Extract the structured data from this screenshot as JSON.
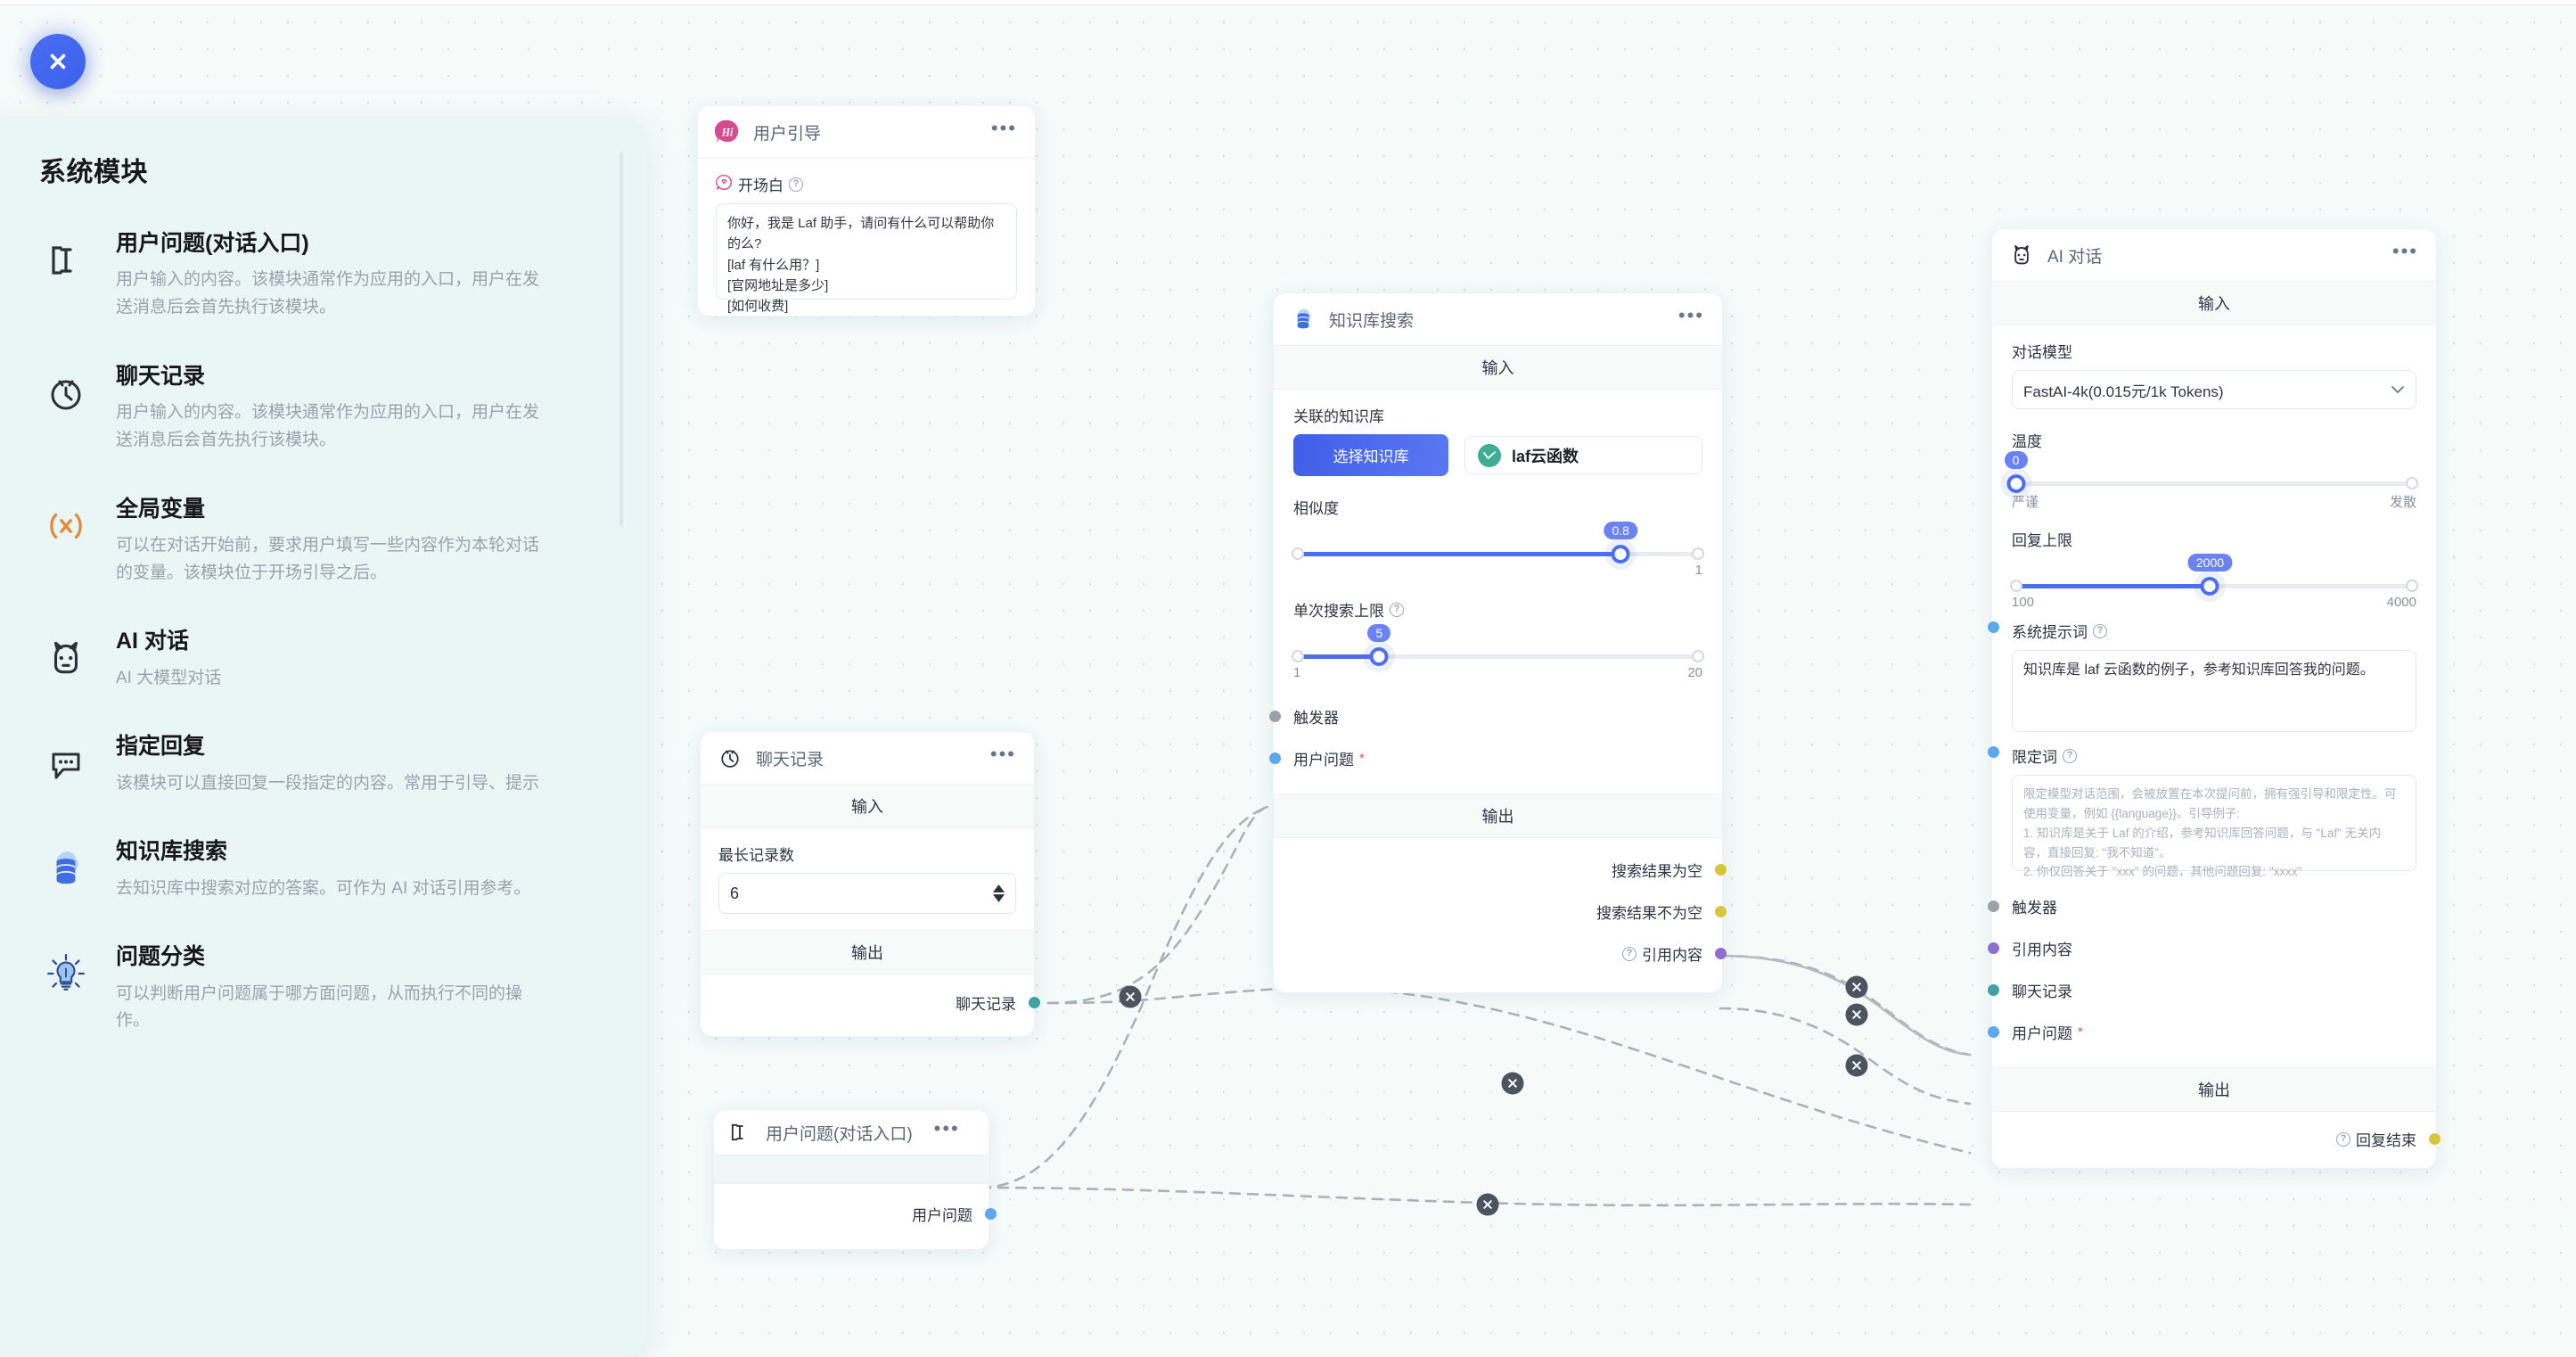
{
  "app": {
    "close_label": "×",
    "accent": "#4e6ef2",
    "canvas_bg": "#f6fbfa"
  },
  "sidebar": {
    "title": "系统模块",
    "items": [
      {
        "icon": "text-cursor-icon",
        "name": "用户问题(对话入口)",
        "desc": "用户输入的内容。该模块通常作为应用的入口，用户在发送消息后会首先执行该模块。"
      },
      {
        "icon": "clock-icon",
        "name": "聊天记录",
        "desc": "用户输入的内容。该模块通常作为应用的入口，用户在发送消息后会首先执行该模块。"
      },
      {
        "icon": "variable-x-icon",
        "name": "全局变量",
        "desc": "可以在对话开始前，要求用户填写一些内容作为本轮对话的变量。该模块位于开场引导之后。"
      },
      {
        "icon": "robot-icon",
        "name": "AI 对话",
        "desc": "AI 大模型对话"
      },
      {
        "icon": "chat-bubble-icon",
        "name": "指定回复",
        "desc": "该模块可以直接回复一段指定的内容。常用于引导、提示"
      },
      {
        "icon": "database-icon",
        "name": "知识库搜索",
        "desc": "去知识库中搜索对应的答案。可作为 AI 对话引用参考。"
      },
      {
        "icon": "lightbulb-icon",
        "name": "问题分类",
        "desc": "可以判断用户问题属于哪方面问题，从而执行不同的操作。"
      }
    ]
  },
  "nodes": {
    "guide": {
      "title": "用户引导",
      "icon": "hi-badge-icon",
      "menu": "•••",
      "field_label": "开场白",
      "help": "?",
      "value": "你好，我是 Laf 助手，请问有什么可以帮助你的么?\n[laf 有什么用？]\n[官网地址是多少]\n[如何收费]"
    },
    "history": {
      "title": "聊天记录",
      "icon": "clock-icon",
      "menu": "•••",
      "input_bar": "输入",
      "output_bar": "输出",
      "max_label": "最长记录数",
      "max_value": "6",
      "out_port": "聊天记录"
    },
    "question": {
      "title": "用户问题(对话入口)",
      "icon": "text-cursor-icon",
      "menu": "•••",
      "out_port": "用户问题"
    },
    "kb": {
      "title": "知识库搜索",
      "icon": "database-icon",
      "menu": "•••",
      "input_bar": "输入",
      "output_bar": "输出",
      "linked_label": "关联的知识库",
      "select_btn": "选择知识库",
      "dataset_name": "laf云函数",
      "similarity_label": "相似度",
      "similarity_value": "0.8",
      "similarity_max": "1",
      "limit_label": "单次搜索上限",
      "limit_value": "5",
      "limit_min": "1",
      "limit_max": "20",
      "in_ports": [
        {
          "name": "触发器",
          "color": "#9aa2ab",
          "required": false
        },
        {
          "name": "用户问题",
          "color": "#5aa9f0",
          "required": true
        }
      ],
      "out_ports": [
        {
          "name": "搜索结果为空",
          "color": "#d8c63a",
          "help": false
        },
        {
          "name": "搜索结果不为空",
          "color": "#d8c63a",
          "help": false
        },
        {
          "name": "引用内容",
          "color": "#8e6fd0",
          "help": true
        }
      ]
    },
    "ai": {
      "title": "AI 对话",
      "icon": "robot-icon",
      "menu": "•••",
      "input_bar": "输入",
      "output_bar": "输出",
      "model_label": "对话模型",
      "model_value": "FastAI-4k(0.015元/1k Tokens)",
      "temp_label": "温度",
      "temp_value": "0",
      "temp_min_label": "严谨",
      "temp_max_label": "发散",
      "max_tokens_label": "回复上限",
      "max_tokens_value": "2000",
      "max_tokens_min": "100",
      "max_tokens_max": "4000",
      "system_prompt_label": "系统提示词",
      "system_prompt_value": "知识库是 laf 云函数的例子，参考知识库回答我的问题。",
      "limit_word_label": "限定词",
      "limit_word_placeholder": "限定模型对话范围，会被放置在本次提问前，拥有强引导和限定性。可使用变量，例如 {{language}}。引导例子:\n1. 知识库是关于 Laf 的介绍，参考知识库回答问题，与 \"Laf\" 无关内容，直接回复: \"我不知道\"。\n2. 你仅回答关于 \"xxx\" 的问题，其他问题回复: \"xxxx\"",
      "in_ports": [
        {
          "name": "触发器",
          "color": "#9aa2ab",
          "required": false
        },
        {
          "name": "引用内容",
          "color": "#8e6fd0",
          "required": false
        },
        {
          "name": "聊天记录",
          "color": "#3fa1a1",
          "required": false
        },
        {
          "name": "用户问题",
          "color": "#5aa9f0",
          "required": true
        }
      ],
      "out_ports": [
        {
          "name": "回复结束",
          "color": "#d8c63a",
          "help": true
        }
      ]
    }
  },
  "edges": {
    "delete_icon": "×"
  }
}
